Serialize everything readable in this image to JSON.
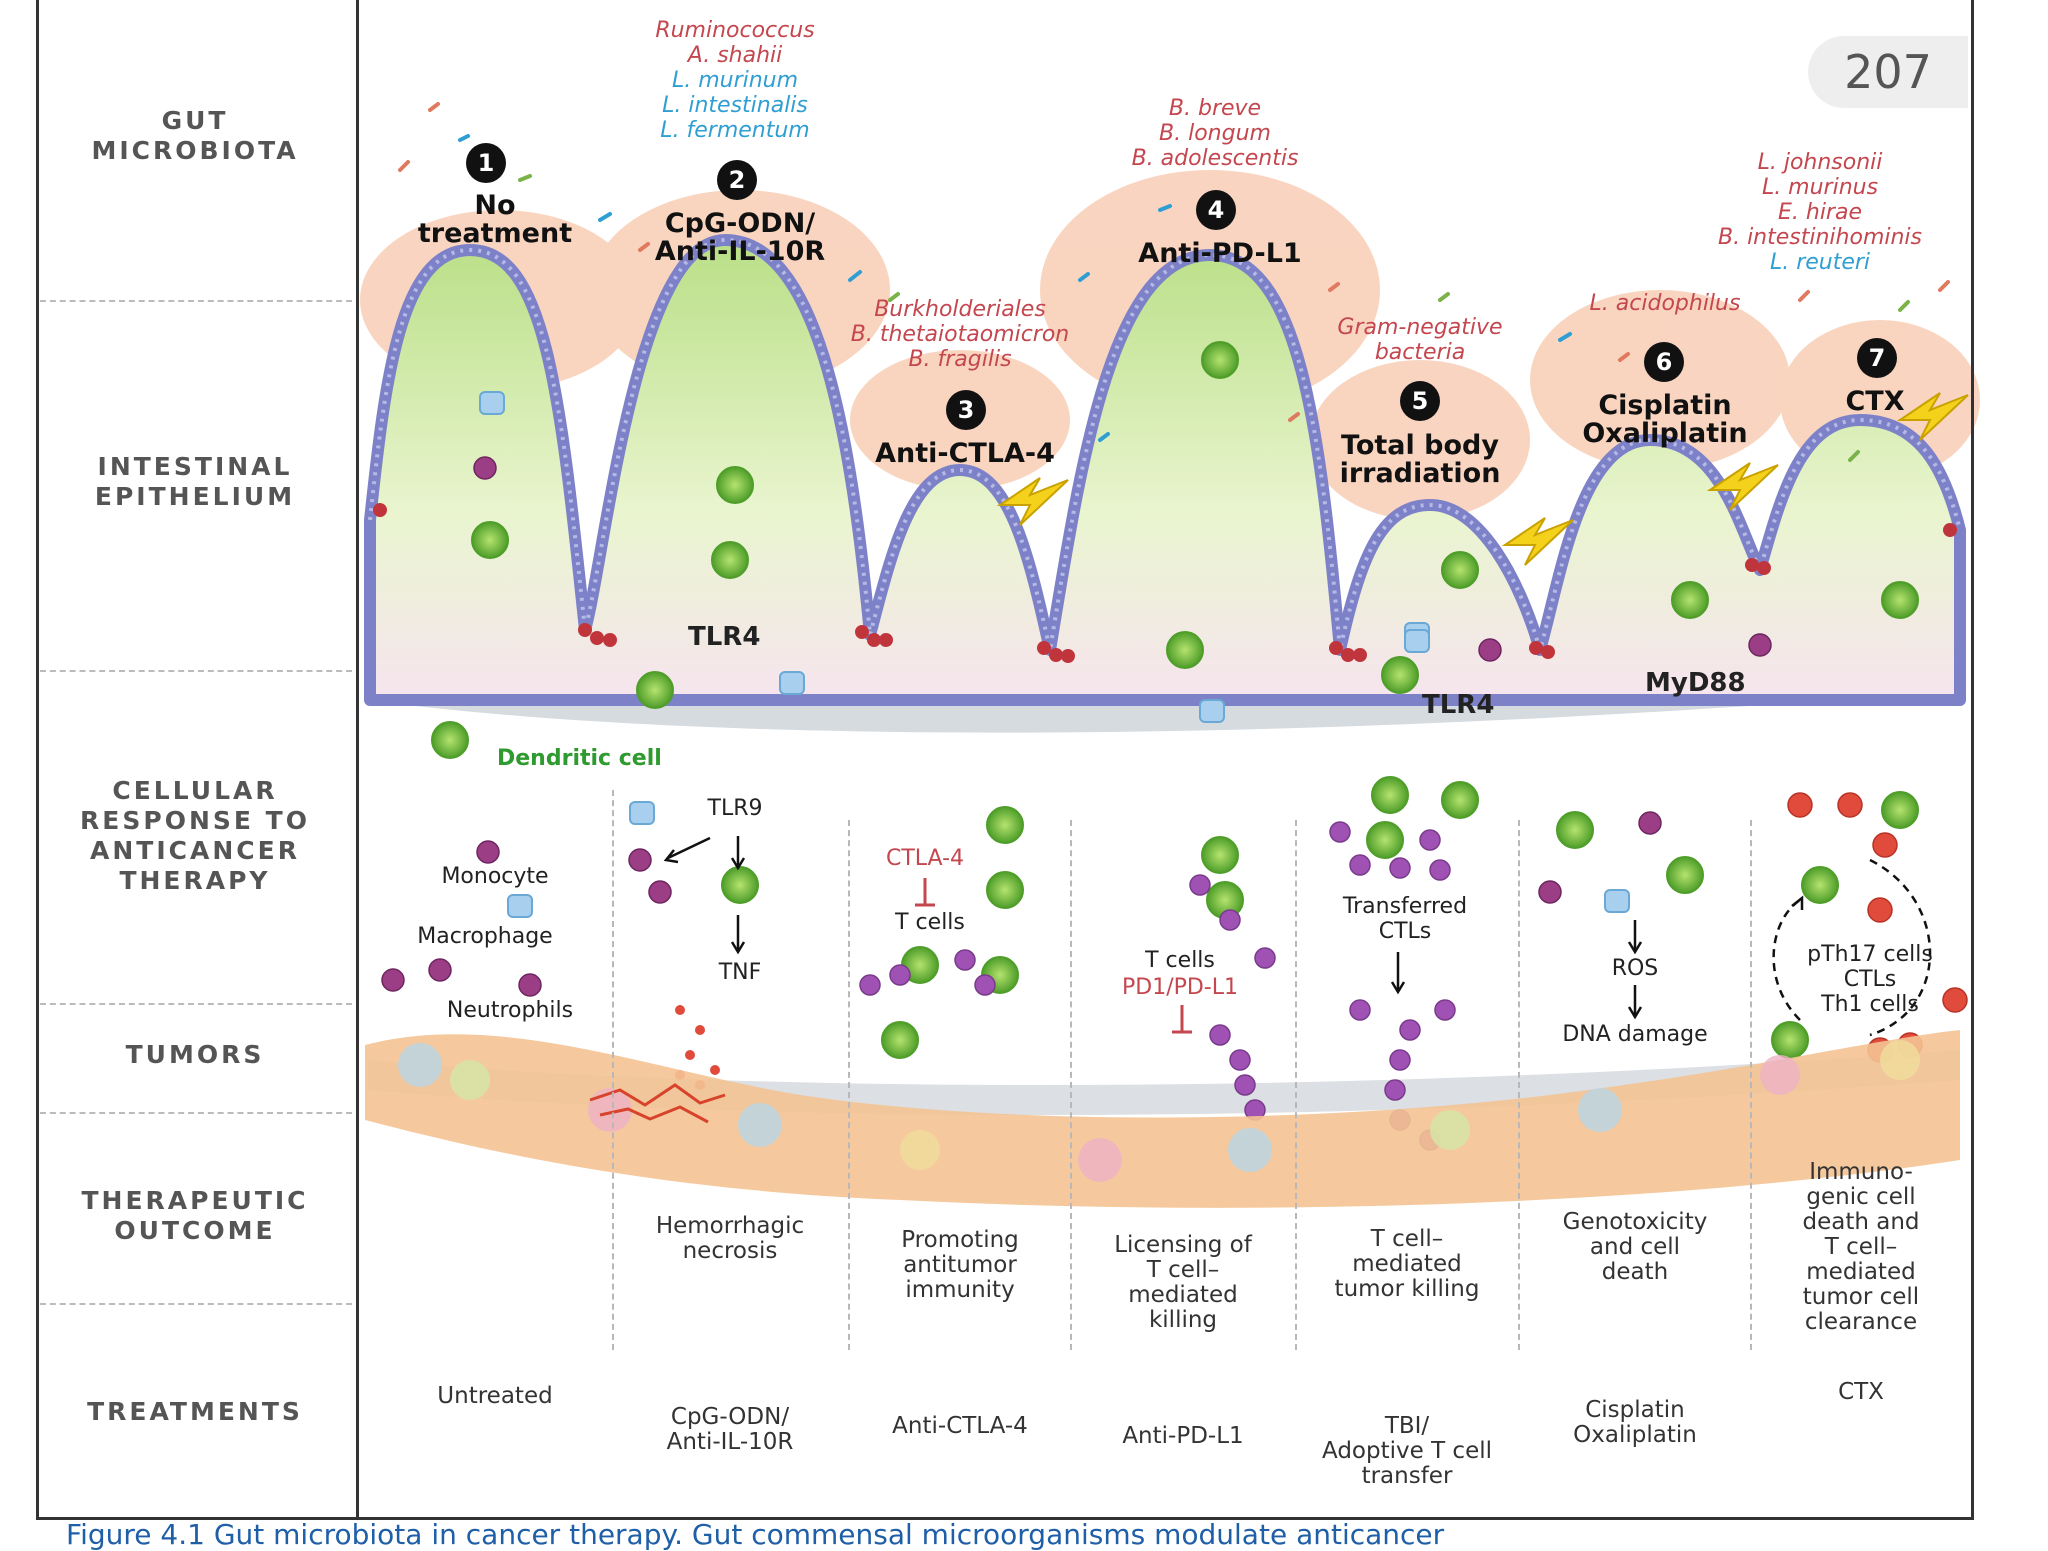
{
  "page_number": "207",
  "row_labels": [
    "GUT\nMICROBIOTA",
    "INTESTINAL\nEPITHELIUM",
    "CELLULAR\nRESPONSE TO\nANTICANCER\nTHERAPY",
    "TUMORS",
    "THERAPEUTIC\nOUTCOME",
    "TREATMENTS"
  ],
  "therapies": [
    {
      "num": "1",
      "label": "No\ntreatment"
    },
    {
      "num": "2",
      "label": "CpG-ODN/\nAnti-IL-10R"
    },
    {
      "num": "3",
      "label": "Anti-CTLA-4"
    },
    {
      "num": "4",
      "label": "Anti-PD-L1"
    },
    {
      "num": "5",
      "label": "Total body\nirradiation"
    },
    {
      "num": "6",
      "label": "Cisplatin\nOxaliplatin"
    },
    {
      "num": "7",
      "label": "CTX"
    }
  ],
  "species": {
    "g2_red": [
      "Ruminococcus",
      "A. shahii"
    ],
    "g2_blue": [
      "L. murinum",
      "L. intestinalis",
      "L. fermentum"
    ],
    "g4": [
      "B. breve",
      "B. longum",
      "B. adolescentis"
    ],
    "g3": [
      "Burkholderiales",
      "B. thetaiotaomicron",
      "B. fragilis"
    ],
    "g5": [
      "Gram-negative",
      "bacteria"
    ],
    "g6": [
      "L. acidophilus"
    ],
    "g7_red": [
      "L. johnsonii",
      "L. murinus",
      "E. hirae",
      "B. intestinihominis"
    ],
    "g7_blue": [
      "L. reuteri"
    ]
  },
  "receptors": {
    "tlr4_a": "TLR4",
    "tlr4_b": "TLR4",
    "myd88": "MyD88"
  },
  "cells": {
    "dendritic": "Dendritic cell",
    "monocyte": "Monocyte",
    "macrophage": "Macrophage",
    "neutrophils": "Neutrophils",
    "tlr9": "TLR9",
    "tnf": "TNF",
    "ctla4": "CTLA-4",
    "tcells_a": "T cells",
    "tcells_b": "T cells",
    "pd1": "PD1/PD-L1",
    "transferred": "Transferred\nCTLs",
    "ros": "ROS",
    "dna": "DNA damage",
    "pth17": "pTh17 cells\nCTLs\nTh1 cells"
  },
  "outcomes": [
    "Hemorrhagic\nnecrosis",
    "Promoting\nantitumor\nimmunity",
    "Licensing of\nT cell–\nmediated\nkilling",
    "T cell–\nmediated\ntumor killing",
    "Genotoxicity\nand cell\ndeath",
    "Immuno-\ngenic cell\ndeath and\nT cell–\nmediated\ntumor cell\nclearance"
  ],
  "treatments": [
    "Untreated",
    "CpG-ODN/\nAnti-IL-10R",
    "Anti-CTLA-4",
    "Anti-PD-L1",
    "TBI/\nAdoptive T cell\ntransfer",
    "Cisplatin\nOxaliplatin",
    "CTX"
  ],
  "colors": {
    "villus_fill": "#cde9a2",
    "villus_edge": "#7d82c8",
    "mucus": "#f7c2a3",
    "tumor": "#f4c392",
    "dc_green": "#6dbb3a",
    "tcell_purple": "#a052b4",
    "neutrophil_red": "#e04b3c",
    "bolt": "#f4d21c"
  },
  "caption": "Figure 4.1 Gut microbiota in cancer therapy. Gut commensal microorganisms modulate anticancer"
}
